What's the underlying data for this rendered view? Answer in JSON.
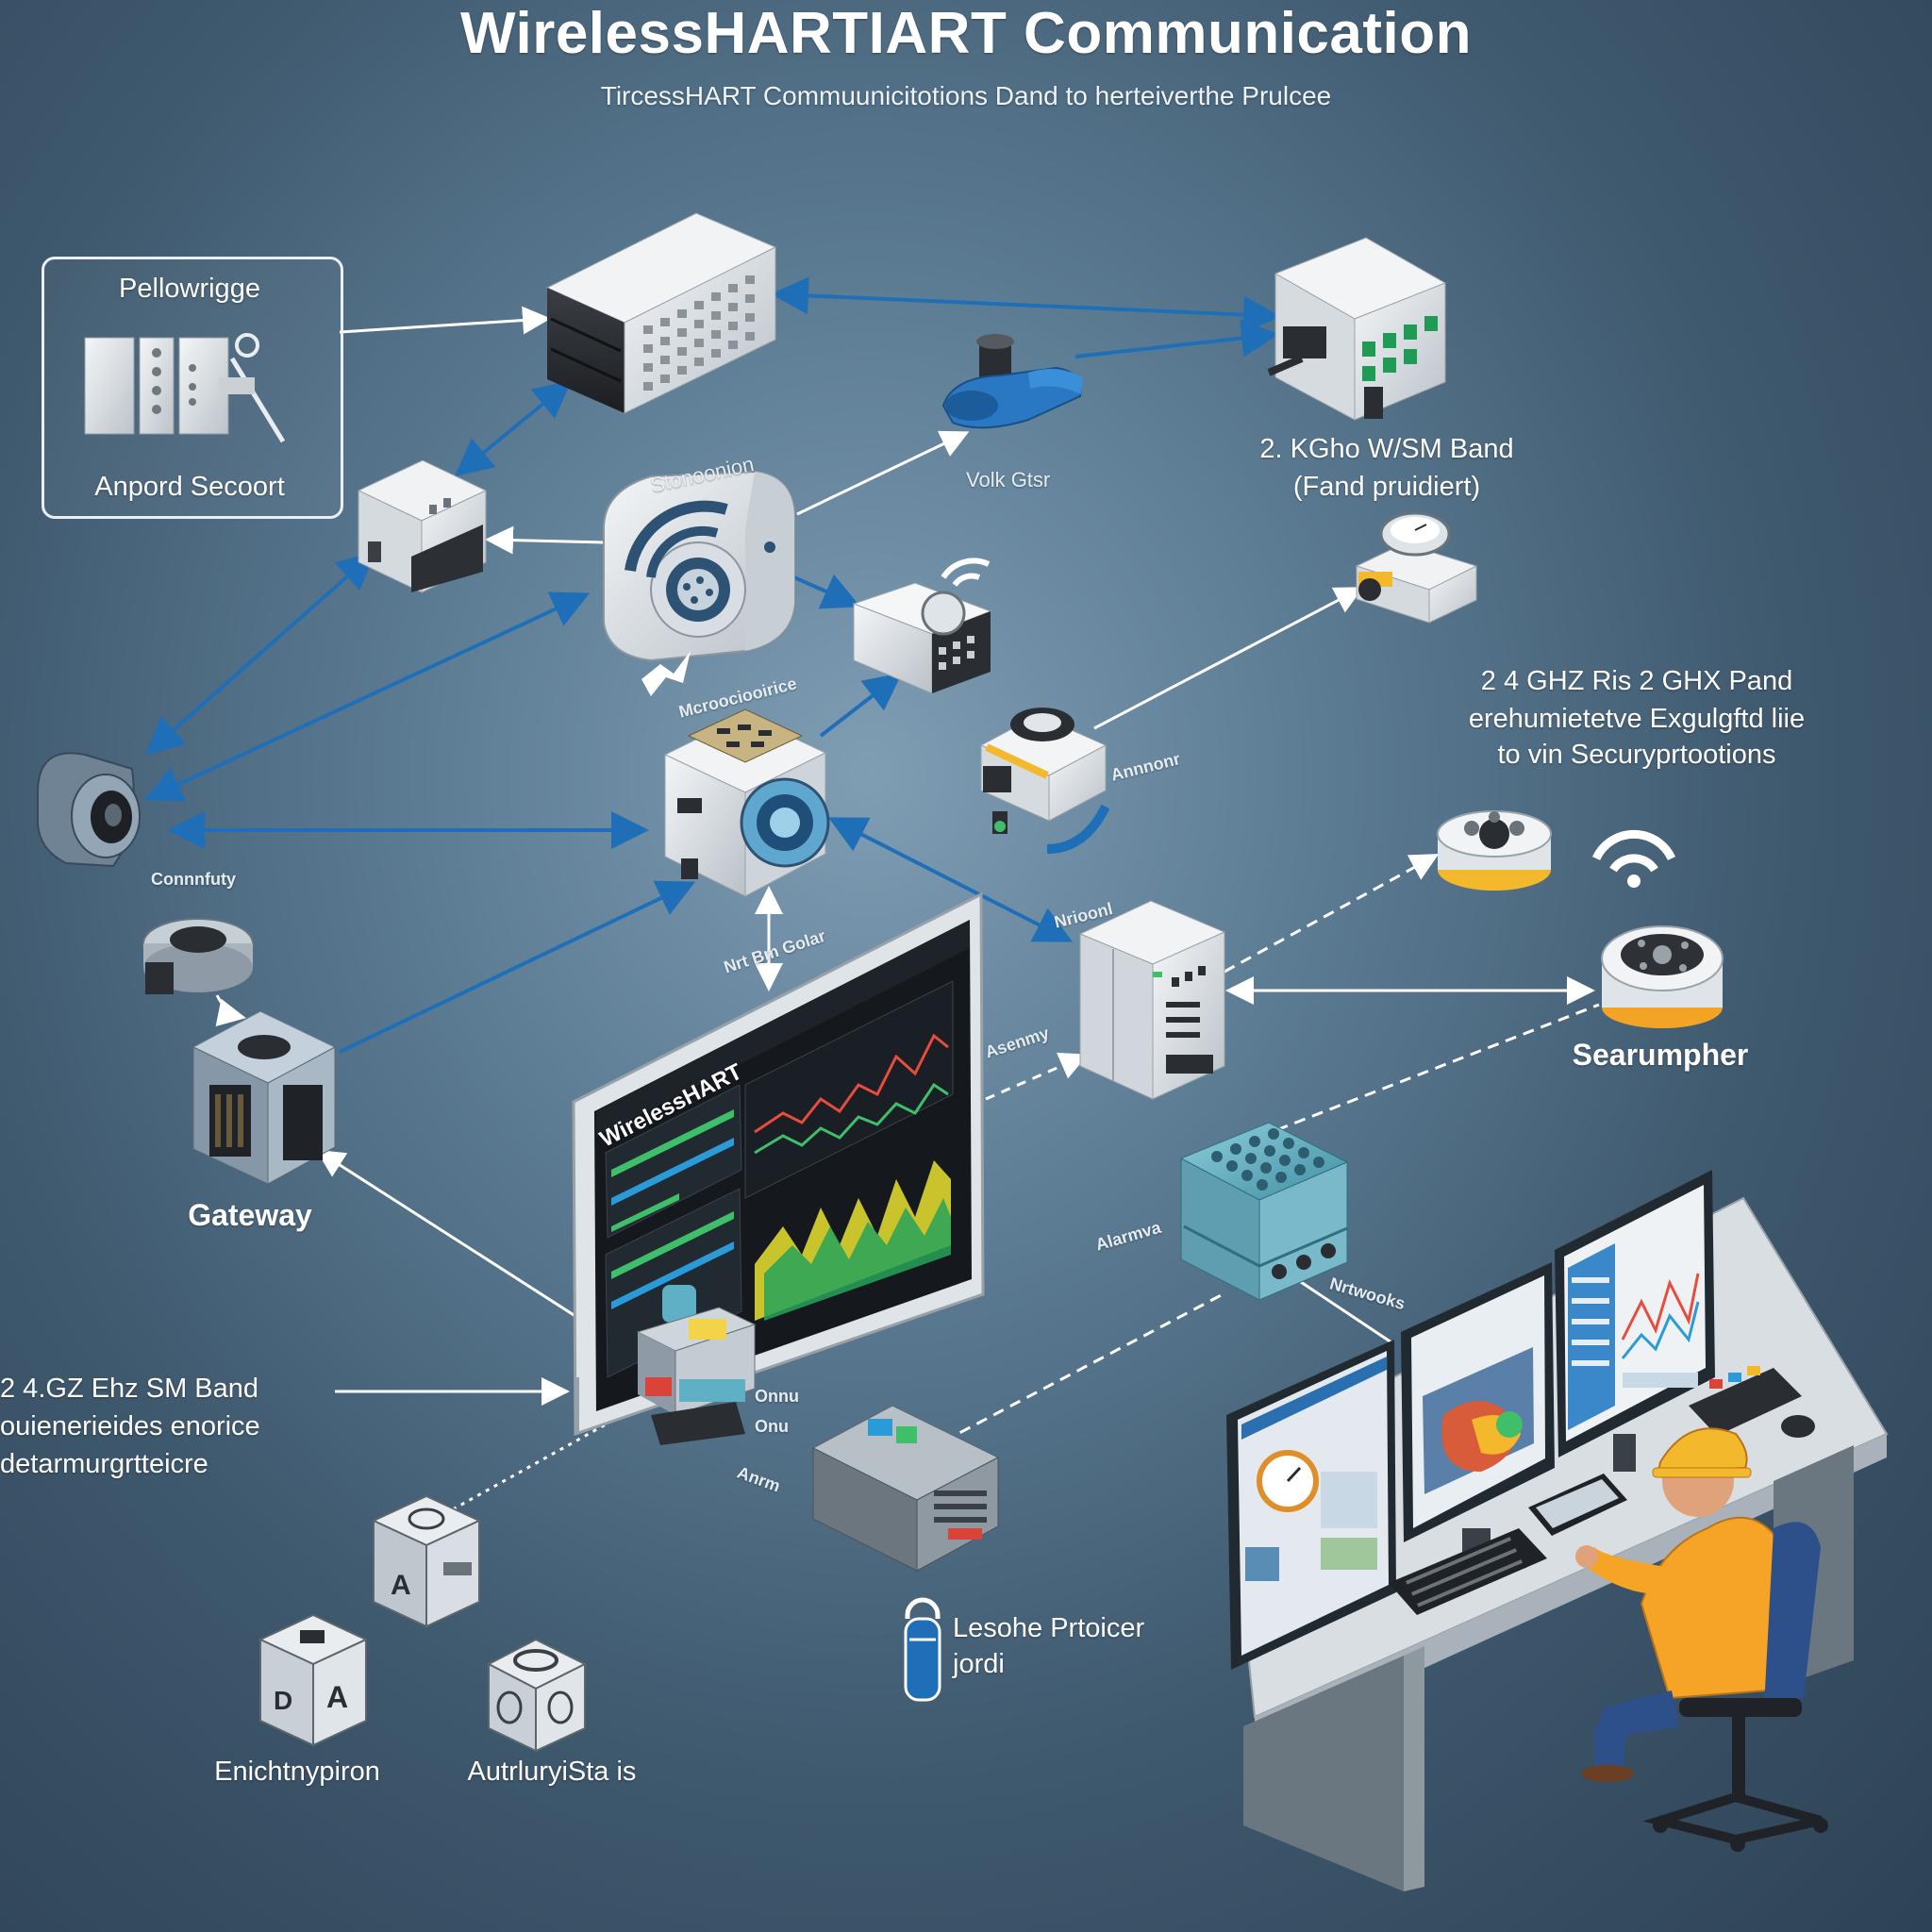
{
  "header": {
    "title": "WirelessHARTIART Communication",
    "subtitle": "TircessHART Commuunicitotions Dand to herteiverthe Prulcee"
  },
  "legend": {
    "title": "Pellowrigge",
    "caption": "Anpord Secoort"
  },
  "labels": {
    "band_top_line1": "2. KGho W/SM Band",
    "band_top_line2": "(Fand pruidiert)",
    "voltage": "Volk   Gtsr",
    "stor": "Stonoonion",
    "band_right_line1": "2 4 GHZ Ris 2 GHX Pand",
    "band_right_line2": "erehumietetve Exgulgftd liie",
    "band_right_line3": "to vin Securyprtootions",
    "connectivity": "Connnfuty",
    "annunc": "Annnonr",
    "near_screen": "Nrt   Bm Golar",
    "middle_small": "Mcroociooirice",
    "node_right": "Nrioonl",
    "searumpher": "Searumpher",
    "asembly": "Asenmy",
    "gateway": "Gateway",
    "alarms": "Alarmva",
    "networks": "Nrtwooks",
    "screen_title": "WirelessHART",
    "band_left_line1": "2 4.GZ Ehz SM Band",
    "band_left_line2": "ouienerieides enorice",
    "band_left_line3": "detarmurgrtteicre",
    "small_a": "Onnu",
    "small_b": "Onu",
    "small_c": "Anrm",
    "lock_line1": "Lesohe Prtoicer",
    "lock_line2": "jordi",
    "encryption": "Enichtnypiron",
    "authority": "AutrluryiSta is"
  },
  "colors": {
    "bg_center": "#7f9db3",
    "bg_edge": "#2e4255",
    "link_blue": "#1f6fb8",
    "link_white": "#ffffff",
    "device_light": "#e4e8ec",
    "device_dark": "#2f3237",
    "accent_yellow": "#f3b82b",
    "accent_teal": "#5fb0c4",
    "worker_shirt": "#f6a425"
  }
}
